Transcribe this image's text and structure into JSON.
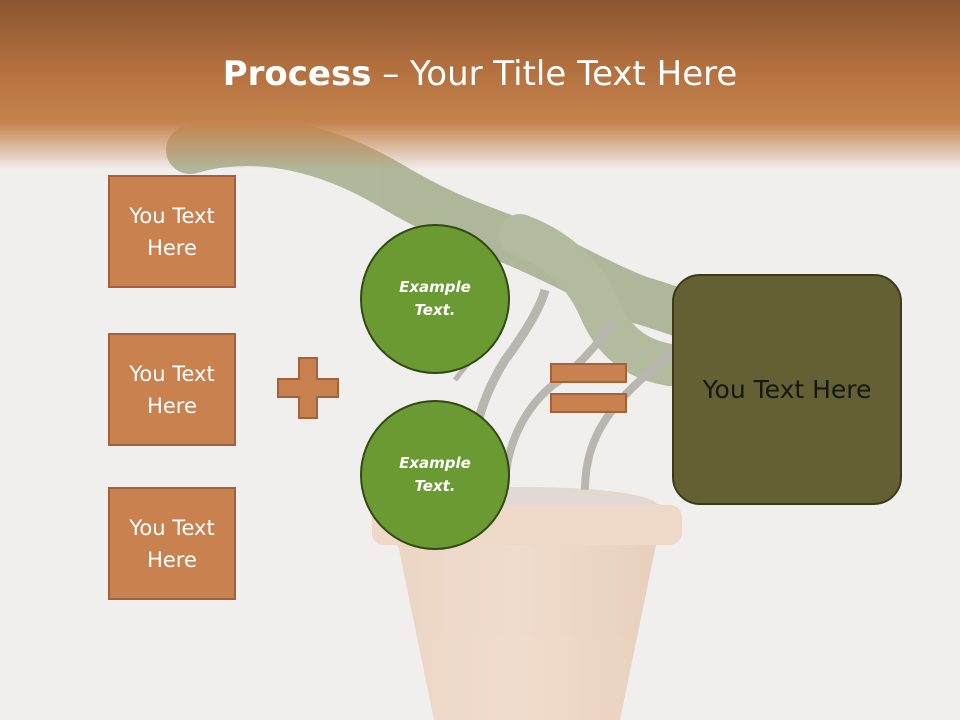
{
  "title": {
    "bold": "Process",
    "rest": " – Your Title Text Here"
  },
  "boxes": [
    {
      "line1": "You Text",
      "line2": "Here"
    },
    {
      "line1": "You Text",
      "line2": "Here"
    },
    {
      "line1": "You Text",
      "line2": "Here"
    }
  ],
  "circles": [
    {
      "line1": "Example",
      "line2": "Text."
    },
    {
      "line1": "Example",
      "line2": "Text."
    }
  ],
  "result": {
    "label": "You Text Here"
  },
  "colors": {
    "header_dark": "#8a5630",
    "header_light": "#c4834c",
    "box_fill": "#c98150",
    "box_border": "#a4613a",
    "circle_fill": "#6a9a31",
    "circle_border": "#2f4a15",
    "result_fill": "#636134",
    "background": "#f1efee"
  },
  "icons": {
    "operator_left": "plus-icon",
    "operator_right": "equals-icon",
    "background": "potted-tree-illustration"
  }
}
